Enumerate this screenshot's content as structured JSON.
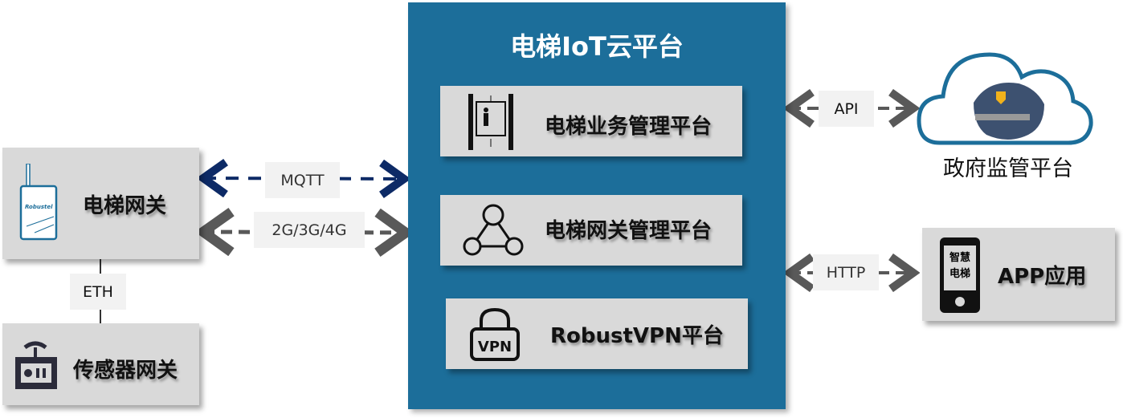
{
  "cloud_platform": {
    "title": "电梯IoT云平台",
    "modules": [
      {
        "label": "电梯业务管理平台",
        "icon": "elevator-icon"
      },
      {
        "label": "电梯网关管理平台",
        "icon": "network-triangle-icon"
      },
      {
        "label": "RobustVPN平台",
        "icon": "vpn-lock-icon"
      }
    ]
  },
  "left": {
    "elevator_gateway": "电梯网关",
    "sensor_gateway": "传感器网关",
    "eth": "ETH",
    "device_brand": "Robustel"
  },
  "links": {
    "mqtt": "MQTT",
    "cellular": "2G/3G/4G",
    "api": "API",
    "http": "HTTP"
  },
  "right": {
    "gov": "政府监管平台",
    "app": "APP应用",
    "phone_text": [
      "智慧",
      "电梯"
    ]
  },
  "colors": {
    "panel": "#1c6e9a",
    "mqtt": "#0d2a66",
    "arrow": "#595959"
  }
}
